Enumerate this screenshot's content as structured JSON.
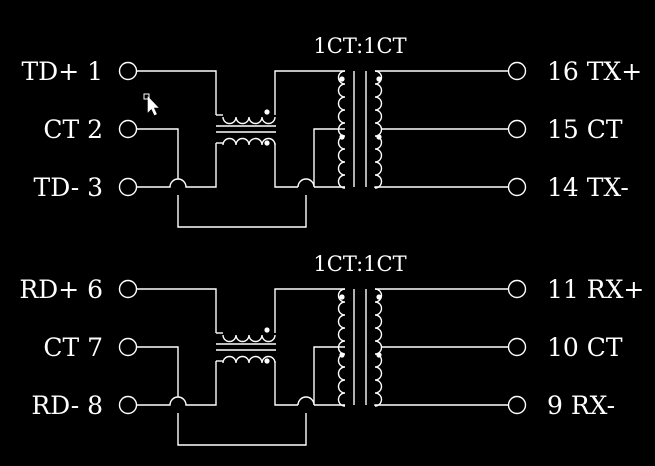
{
  "transformers": [
    {
      "ratio": "1CT:1CT",
      "left_pins": [
        "TD+ 1",
        "CT  2",
        "TD- 3"
      ],
      "right_pins": [
        "16 TX+",
        "15 CT",
        "14 TX-"
      ]
    },
    {
      "ratio": "1CT:1CT",
      "left_pins": [
        "RD+ 6",
        "CT  7",
        "RD- 8"
      ],
      "right_pins": [
        "11 RX+",
        "10 CT",
        "9 RX-"
      ]
    }
  ],
  "colors": {
    "background": "#000000",
    "line": "#ffffff"
  },
  "icons": {
    "cursor": "mouse-pointer-icon"
  }
}
